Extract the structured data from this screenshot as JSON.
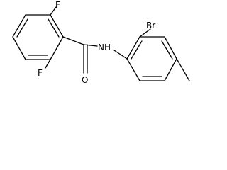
{
  "molecule": {
    "atoms": {
      "fluorine_top": "F",
      "fluorine_bottom": "F",
      "amide_nitrogen": "NH",
      "carbonyl_oxygen": "O",
      "bromine": "Br"
    }
  }
}
